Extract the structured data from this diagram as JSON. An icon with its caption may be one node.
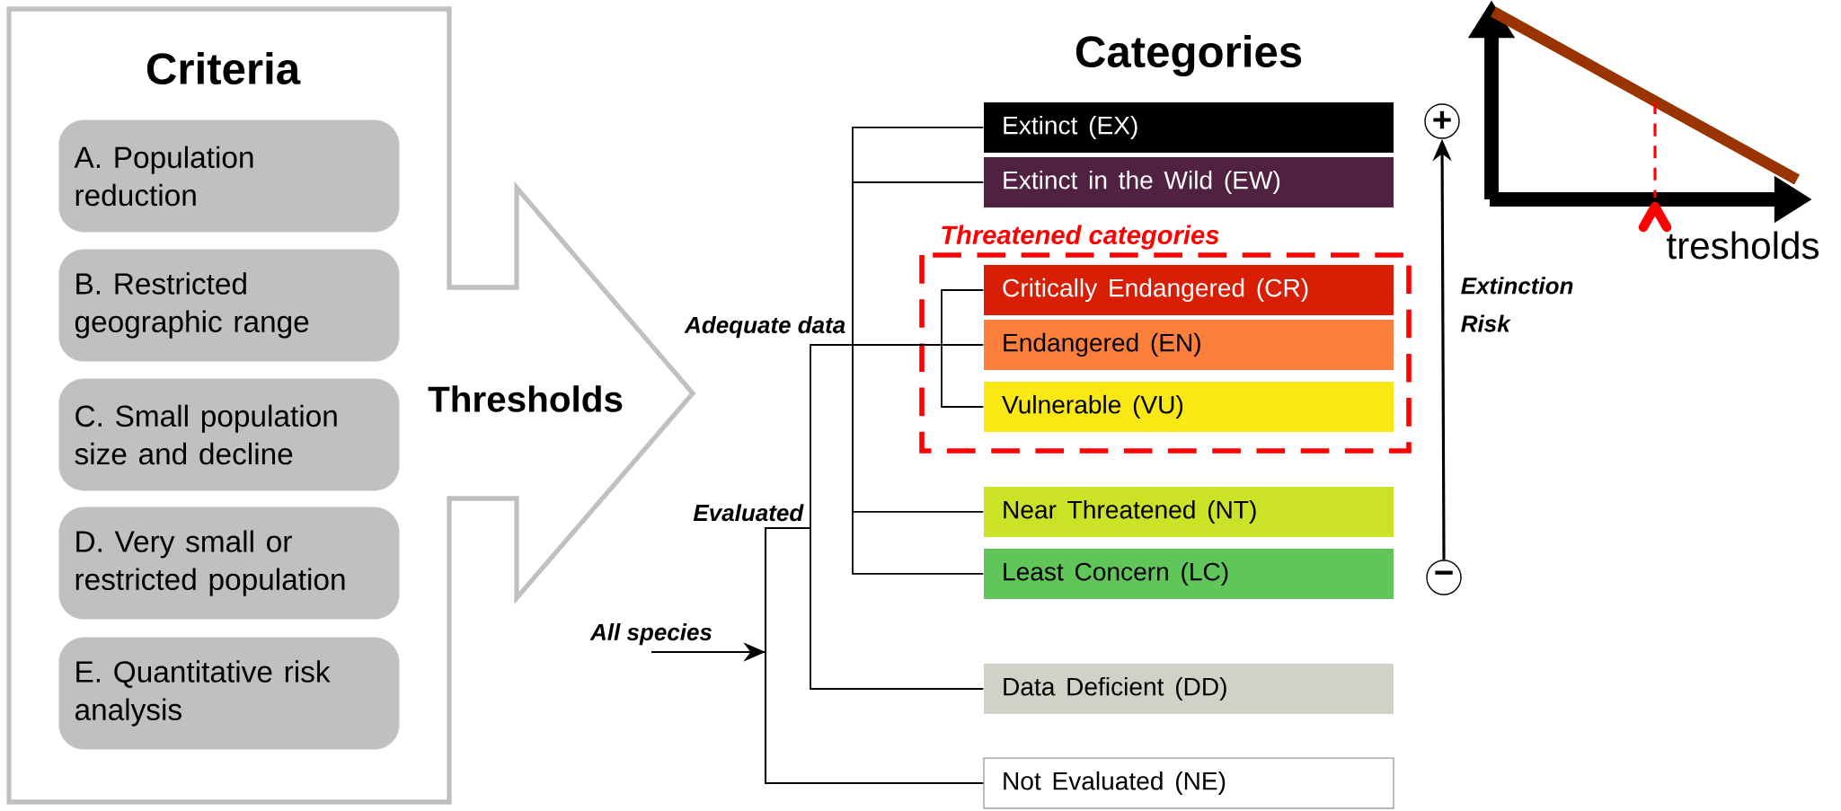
{
  "diagram": {
    "nodes": [
      {
        "text": [
          "Criteria",
          "Thresholds"
        ]
      },
      {
        "text": [
          "A. Population reduction"
        ],
        "in": 0
      },
      {
        "text": [
          "B. Restricted geographic range"
        ],
        "in": 0
      },
      {
        "text": [
          "C. Small population size and decline"
        ],
        "in": 0
      },
      {
        "text": [
          "D. Very small or restricted population"
        ],
        "in": 0
      },
      {
        "text": [
          "E. Quantitative risk analysis"
        ],
        "in": 0
      },
      {
        "text": [
          "Extinct (EX)"
        ]
      },
      {
        "text": [
          "Extinct in the Wild (EW)"
        ]
      },
      {
        "text": [
          "Threatened categories"
        ]
      },
      {
        "text": [
          "Critically Endangered (CR)"
        ],
        "in": 8
      },
      {
        "text": [
          "Endangered (EN)"
        ],
        "in": 8
      },
      {
        "text": [
          "Vulnerable (VU)"
        ],
        "in": 8
      },
      {
        "text": [
          "Near Threatened (NT)"
        ]
      },
      {
        "text": [
          "Least Concern (LC)"
        ]
      },
      {
        "text": [
          "Data Deficient (DD)"
        ]
      },
      {
        "text": [
          "Not Evaluated (NE)"
        ]
      },
      {
        "text": [
          "All species"
        ]
      },
      {
        "text": [
          "Evaluated"
        ]
      },
      {
        "text": [
          "Adequate data"
        ]
      },
      {
        "text": [
          "+"
        ]
      },
      {
        "text": [
          "−"
        ]
      }
    ],
    "edges": [
      {
        "from": 16,
        "to": 17,
        "arrow": "none"
      },
      {
        "from": 16,
        "to": 15,
        "arrow": "to"
      },
      {
        "from": 17,
        "to": 18,
        "arrow": "none"
      },
      {
        "from": 17,
        "to": 14,
        "arrow": "none"
      },
      {
        "from": 18,
        "to": 6,
        "arrow": "none"
      },
      {
        "from": 18,
        "to": 7,
        "arrow": "none"
      },
      {
        "from": 18,
        "to": 9,
        "arrow": "none"
      },
      {
        "from": 18,
        "to": 10,
        "arrow": "none"
      },
      {
        "from": 18,
        "to": 11,
        "arrow": "none"
      },
      {
        "from": 18,
        "to": 12,
        "arrow": "none"
      },
      {
        "from": 18,
        "to": 13,
        "arrow": "none"
      },
      {
        "from": 20,
        "to": 19,
        "arrow": "to",
        "label": "Extinction Risk"
      }
    ],
    "labels": [
      "Categories",
      "tresholds"
    ]
  }
}
